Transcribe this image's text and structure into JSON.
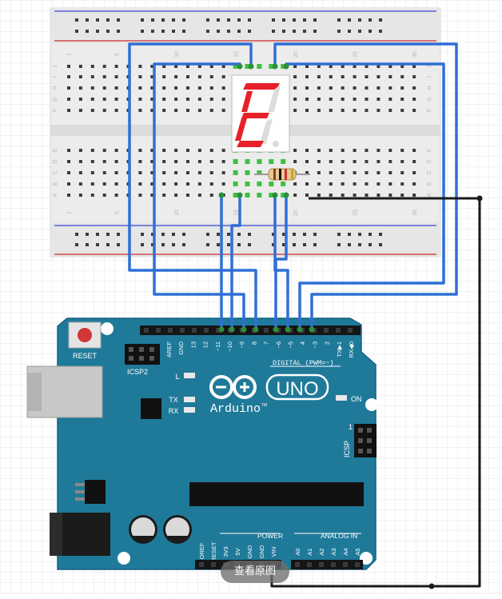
{
  "breadboard": {
    "column_numbers_top": [
      "1",
      "5",
      "10",
      "15",
      "20",
      "25",
      "30"
    ],
    "column_numbers_bottom": [
      "1",
      "5",
      "10",
      "15",
      "20",
      "25",
      "30"
    ],
    "row_letters_upper": [
      "J",
      "I",
      "H",
      "G",
      "F"
    ],
    "row_letters_lower": [
      "E",
      "D",
      "C",
      "B",
      "A"
    ]
  },
  "seven_segment": {
    "displayed_character": "E",
    "lit_color": "#e8202a",
    "unlit_color": "#dcdcdc"
  },
  "arduino": {
    "brand_wordmark": "Arduino",
    "trademark": "TM",
    "model_logo": "UNO",
    "reset_label": "RESET",
    "icsp2_label": "ICSP2",
    "icsp_label": "ICSP",
    "icsp_pin1_label": "1",
    "digital_header_label": "DIGITAL (PWM=~)",
    "digital_pin_labels": [
      "AREF",
      "GND",
      "13",
      "12",
      "~11",
      "~10",
      "~9",
      "8",
      "7",
      "~6",
      "~5",
      "4",
      "~3",
      "2",
      "TX▶1",
      "RX◀0"
    ],
    "led_labels": {
      "l": "L",
      "tx": "TX",
      "rx": "RX",
      "on": "ON"
    },
    "power_header_label": "POWER",
    "power_pin_labels": [
      "IOREF",
      "RESET",
      "3V3",
      "5V",
      "GND",
      "GND",
      "VIN"
    ],
    "analog_header_label": "ANALOG IN",
    "analog_pin_labels": [
      "A0",
      "A1",
      "A2",
      "A3",
      "A4",
      "A5"
    ],
    "board_color": "#1f7a9a"
  },
  "wire_color": "#2f6fd6",
  "ground_wire_color": "#1a1a1a",
  "overlay_button_label": "查看原图"
}
